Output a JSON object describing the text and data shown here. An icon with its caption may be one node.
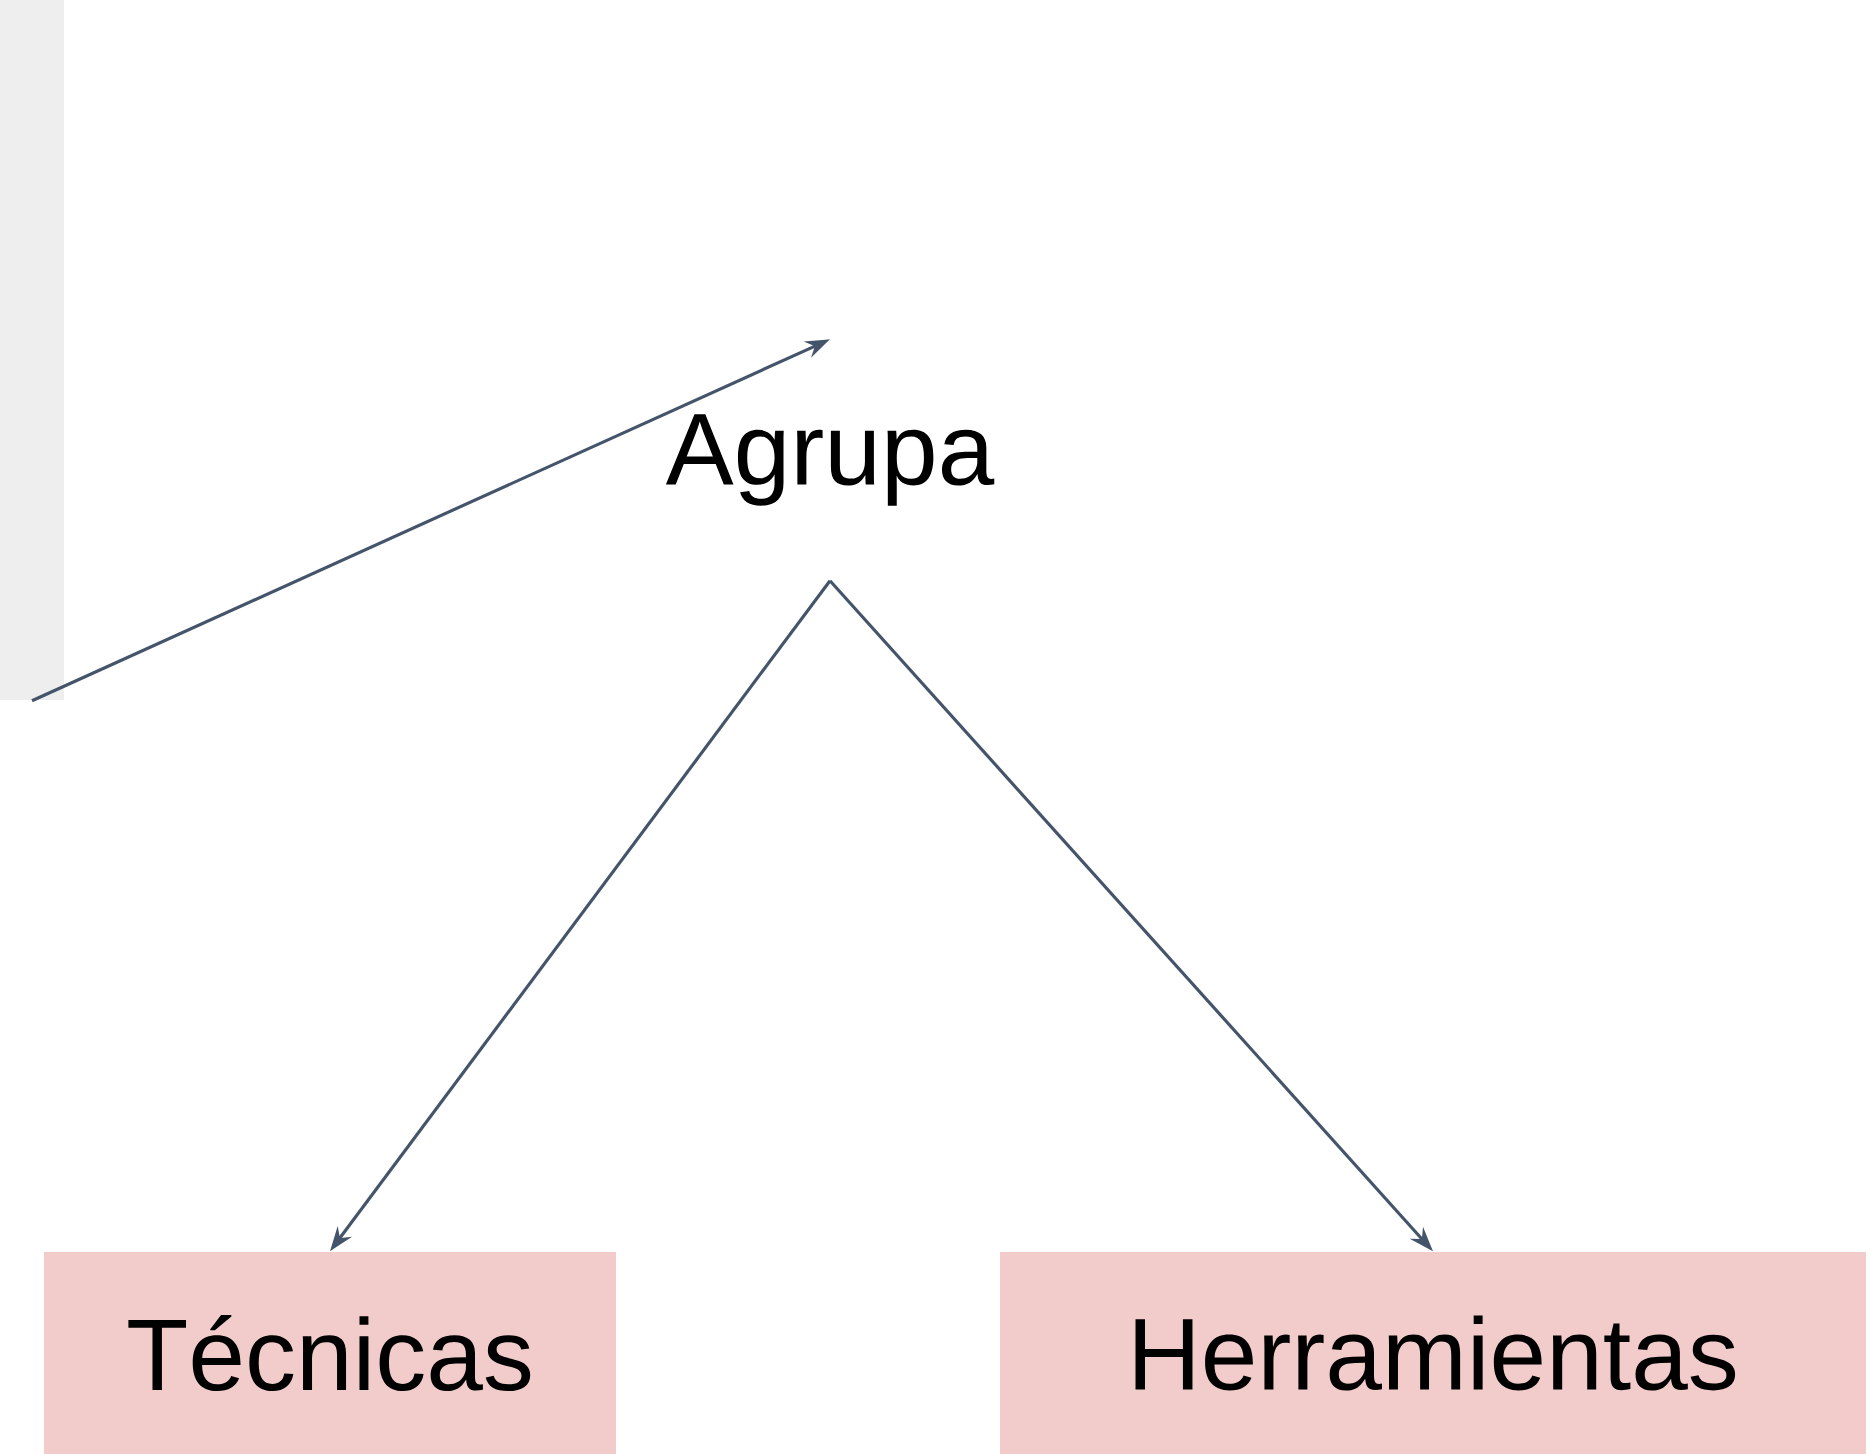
{
  "diagram": {
    "nodes": [
      {
        "text": [],
        "shape": "box"
      },
      {
        "text": [
          "Agrupa"
        ]
      },
      {
        "text": [
          "Técnicas"
        ]
      },
      {
        "text": [
          "Herramientas"
        ]
      }
    ],
    "edges": [
      {
        "from": 0,
        "to": 1,
        "arrow": "to"
      },
      {
        "from": 1,
        "to": 2,
        "arrow": "to"
      },
      {
        "from": 1,
        "to": 3,
        "arrow": "to"
      }
    ]
  }
}
